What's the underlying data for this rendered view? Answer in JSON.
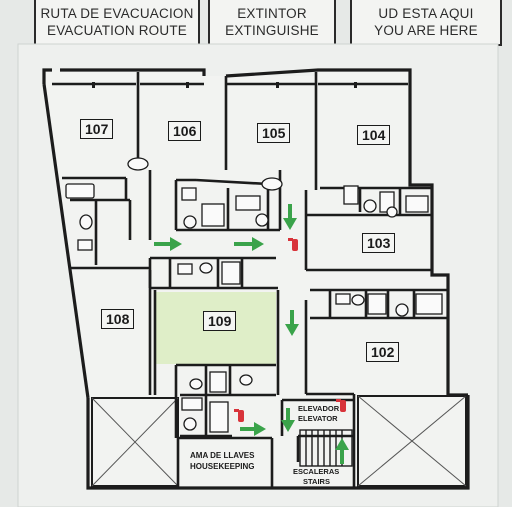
{
  "legend": {
    "evacuation_route": {
      "line1": "RUTA DE EVACUACION",
      "line2": "EVACUATION ROUTE",
      "color": "#3aa34a"
    },
    "extinguisher": {
      "line1": "EXTINTOR",
      "line2": "EXTINGUISHE",
      "color": "#d8333a"
    },
    "you_are_here": {
      "line1": "UD ESTA AQUI",
      "line2": "YOU ARE HERE",
      "color": "#2f9d3e"
    }
  },
  "rooms": {
    "r107": "107",
    "r106": "106",
    "r105": "105",
    "r104": "104",
    "r103": "103",
    "r108": "108",
    "r109": "109",
    "r102": "102"
  },
  "labels": {
    "elevator_es": "ELEVADOR",
    "elevator_en": "ELEVATOR",
    "stairs_es": "ESCALERAS",
    "stairs_en": "STAIRS",
    "housekeeping_es": "AMA DE LLAVES",
    "housekeeping_en": "HOUSEKEEPING"
  },
  "colors": {
    "wall": "#1c1c1c",
    "floor": "#f2f3f1",
    "you_are_here_fill": "#dfeec8",
    "arrow": "#3aa34a",
    "extinguisher": "#d8333a"
  }
}
